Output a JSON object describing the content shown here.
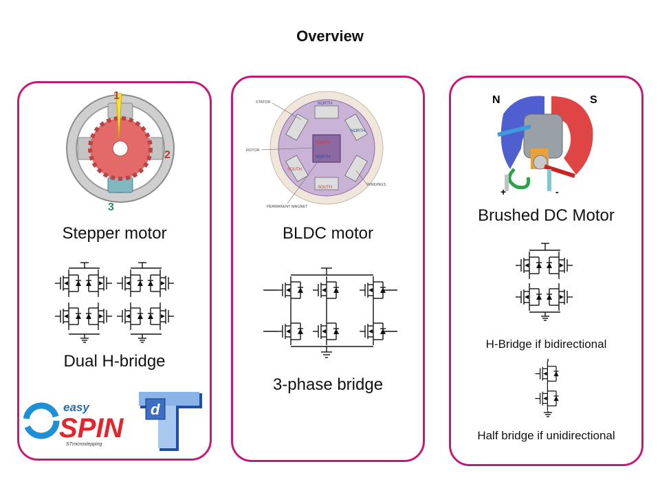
{
  "page": {
    "title": "Overview"
  },
  "panels": {
    "stepper": {
      "motor_label": "Stepper motor",
      "bridge_label": "Dual H-bridge",
      "phase_labels": [
        "1",
        "2",
        "3"
      ],
      "logo_easy": "easy",
      "logo_spin": "SPIN",
      "logo_sub": "STmicrostepping",
      "logo_d": "d"
    },
    "bldc": {
      "motor_label": "BLDC motor",
      "bridge_label": "3-phase bridge",
      "diagram_labels": [
        "STATOR",
        "ROTOR",
        "PERMANENT MAGNET",
        "WINDINGS",
        "NORTH",
        "SOUTH"
      ]
    },
    "brushed": {
      "motor_label": "Brushed DC Motor",
      "pole_n": "N",
      "pole_s": "S",
      "terminal_plus": "+",
      "terminal_minus": "-",
      "hbridge_label": "H-Bridge  if bidirectional",
      "half_bridge_label": "Half bridge if unidirectional"
    }
  },
  "colors": {
    "panel_border": "#c8177a",
    "rotor": "#e46a6a",
    "bldc_stator": "#c9b3d6",
    "magnet_blue": "#4f5fcf",
    "magnet_red": "#e04545"
  }
}
